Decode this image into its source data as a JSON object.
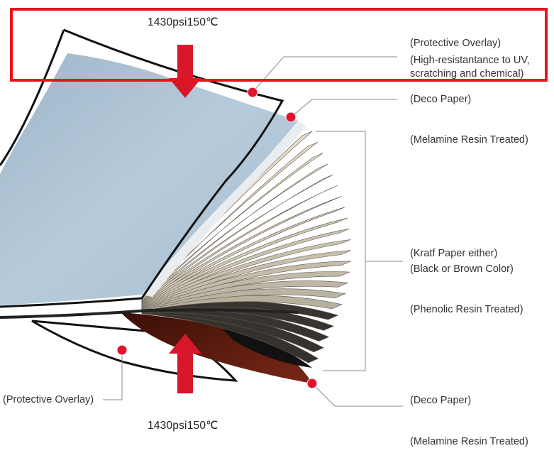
{
  "pressure": {
    "top": "1430psi150℃",
    "bottom": "1430psi150℃"
  },
  "labels": {
    "overlay_top_title": "(Protective Overlay)",
    "overlay_top_desc_1": "(High-resistantance to UV,",
    "overlay_top_desc_2": "scratching and chemical)",
    "deco_top": "(Deco Paper)",
    "melamine_top": "(Melamine Resin Treated)",
    "kraft_1": "(Kratf Paper either)",
    "kraft_2": "(Black or Brown Color)",
    "phenolic": "(Phenolic Resin Treated)",
    "overlay_bottom": "(Protective Overlay)",
    "deco_bottom": "(Deco Paper)",
    "melamine_bottom": "(Melamine Resin Treated)"
  },
  "colors": {
    "highlight": "#e8141b",
    "arrow": "#d6182a",
    "marker": "#e0142a",
    "top_sheet": "#a9c0d2",
    "kraft": "#bfb5a0",
    "deco_bottom": "#5a1a10"
  }
}
